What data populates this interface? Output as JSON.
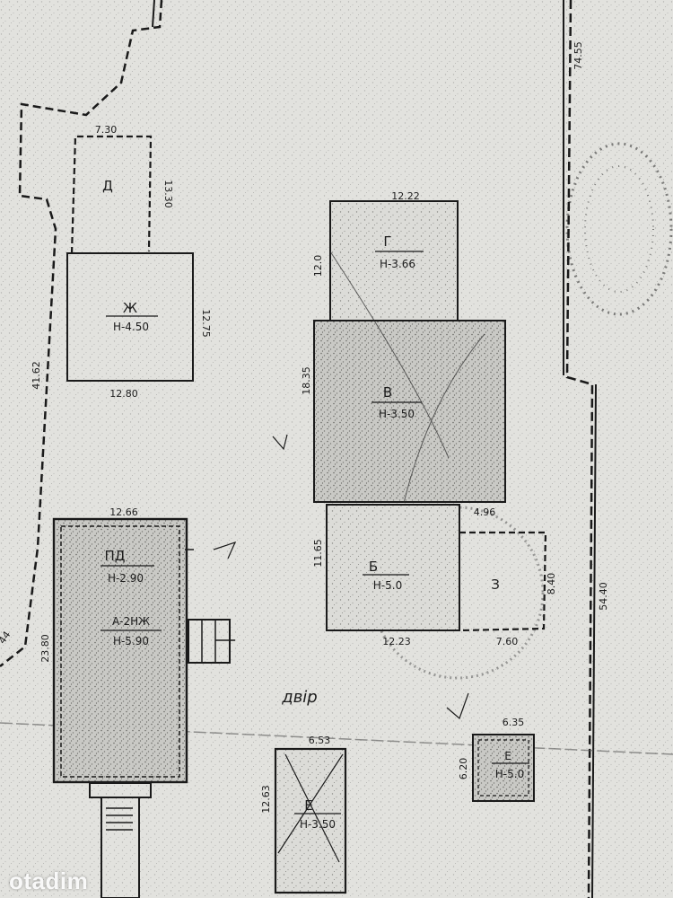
{
  "buildings": {
    "d": {
      "label": "Д",
      "dim_top": "7.30",
      "dim_right": "13.30"
    },
    "zh": {
      "label": "Ж",
      "height": "Н-4.50",
      "dim_bottom": "12.80",
      "dim_right": "12.75"
    },
    "g": {
      "label": "Г",
      "height": "Н-3.66",
      "dim_top": "12.22",
      "dim_left": "12.0"
    },
    "v": {
      "label": "В",
      "height": "Н-3.50",
      "dim_left": "18.35"
    },
    "b": {
      "label": "Б",
      "height": "Н-5.0",
      "dim_bottom": "12.23",
      "dim_left": "11.65",
      "dim_corner": "4.96"
    },
    "z": {
      "label": "З",
      "dim_bottom": "7.60",
      "dim_right": "8.40"
    },
    "a": {
      "label_pd": "ПД",
      "height_pd": "Н-2.90",
      "label_a": "А-2НЖ",
      "height_a": "Н-5.90",
      "dim_top": "12.66",
      "dim_left": "23.80"
    },
    "e_center": {
      "label": "Е",
      "height": "Н-3.50",
      "dim_top": "6.53",
      "dim_left": "12.63"
    },
    "e_right": {
      "label": "Е",
      "height": "Н-5.0",
      "dim_top": "6.35",
      "dim_left": "6.20"
    }
  },
  "boundary": {
    "left": "41.62",
    "left_partial": "44",
    "right_top": "74.55",
    "right_mid": "54.40"
  },
  "yard_label": "двір",
  "watermark": "otadim"
}
